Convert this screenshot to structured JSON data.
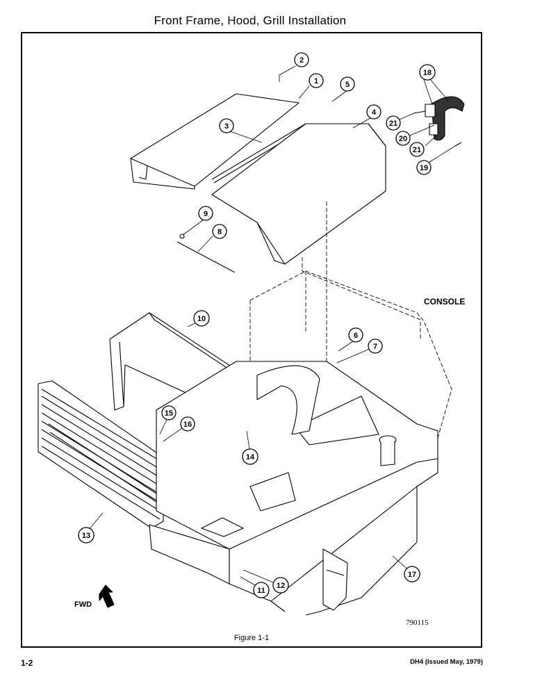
{
  "page_title": "Front Frame, Hood, Grill Installation",
  "console_label": "CONSOLE",
  "fwd_label": "FWD",
  "drawing_number": "790115",
  "figure_caption": "Figure 1-1",
  "page_number": "1-2",
  "doc_reference": "DH4 (Issued May, 1979)",
  "callouts": [
    "1",
    "2",
    "3",
    "4",
    "5",
    "6",
    "7",
    "8",
    "9",
    "10",
    "11",
    "12",
    "13",
    "14",
    "15",
    "16",
    "17",
    "18",
    "19",
    "20",
    "21"
  ]
}
